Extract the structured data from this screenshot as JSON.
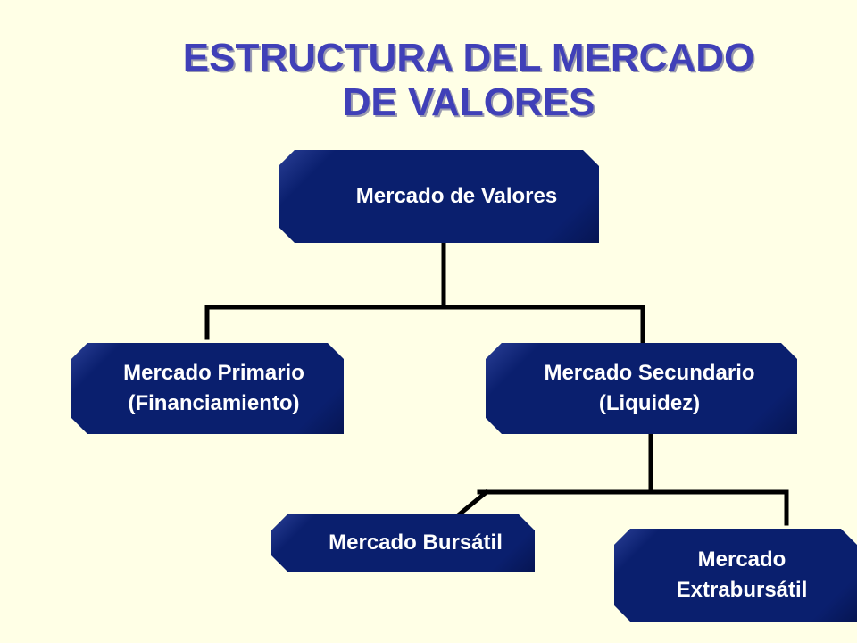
{
  "title": {
    "line1": "ESTRUCTURA DEL MERCADO",
    "line2": "DE VALORES"
  },
  "nodes": {
    "root": {
      "label": "Mercado de Valores"
    },
    "primario": {
      "line1": "Mercado Primario",
      "line2": "(Financiamiento)"
    },
    "secundario": {
      "line1": "Mercado Secundario",
      "line2": "(Liquidez)"
    },
    "bursatil": {
      "label": "Mercado Bursátil"
    },
    "extrabursatil": {
      "line1": "Mercado",
      "line2": "Extrabursátil"
    }
  },
  "colors": {
    "background": "#ffffe6",
    "title": "#4040b8",
    "node": "#0a1f6e",
    "connector": "#000000"
  }
}
